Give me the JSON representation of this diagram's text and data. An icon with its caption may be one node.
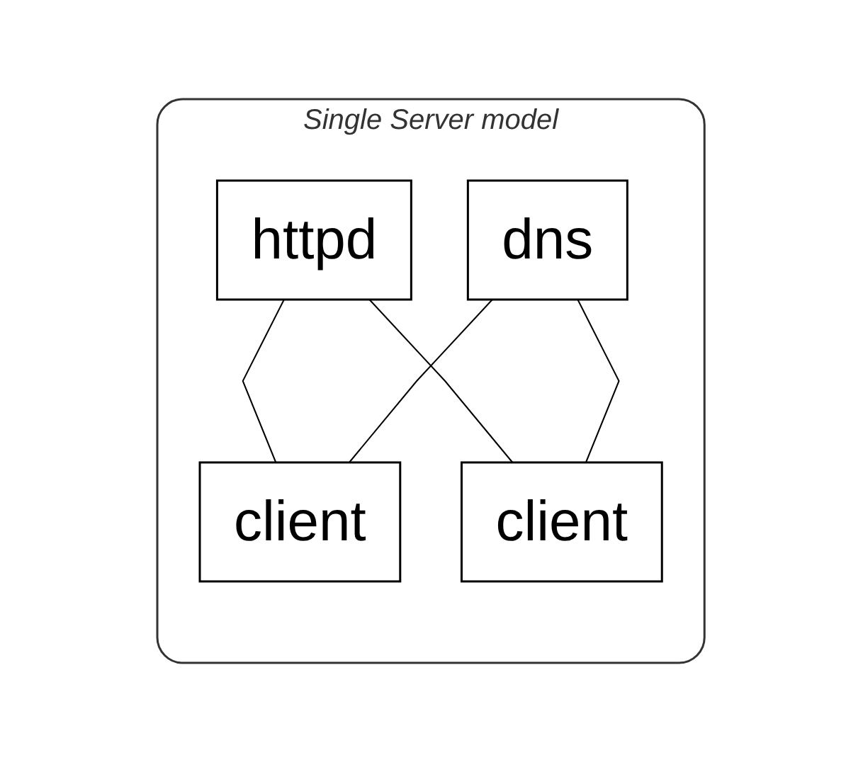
{
  "diagram": {
    "nodes": [
      {
        "text": [
          "Single Server model"
        ]
      },
      {
        "text": [
          "httpd"
        ],
        "in": 0
      },
      {
        "text": [
          "dns"
        ],
        "in": 0
      },
      {
        "text": [
          "client"
        ],
        "in": 0
      },
      {
        "text": [
          "client"
        ],
        "in": 0
      }
    ],
    "edges": [
      {
        "from": 1,
        "to": 3,
        "arrow": "none"
      },
      {
        "from": 1,
        "to": 4,
        "arrow": "none"
      },
      {
        "from": 2,
        "to": 3,
        "arrow": "none"
      },
      {
        "from": 2,
        "to": 4,
        "arrow": "none"
      }
    ]
  }
}
